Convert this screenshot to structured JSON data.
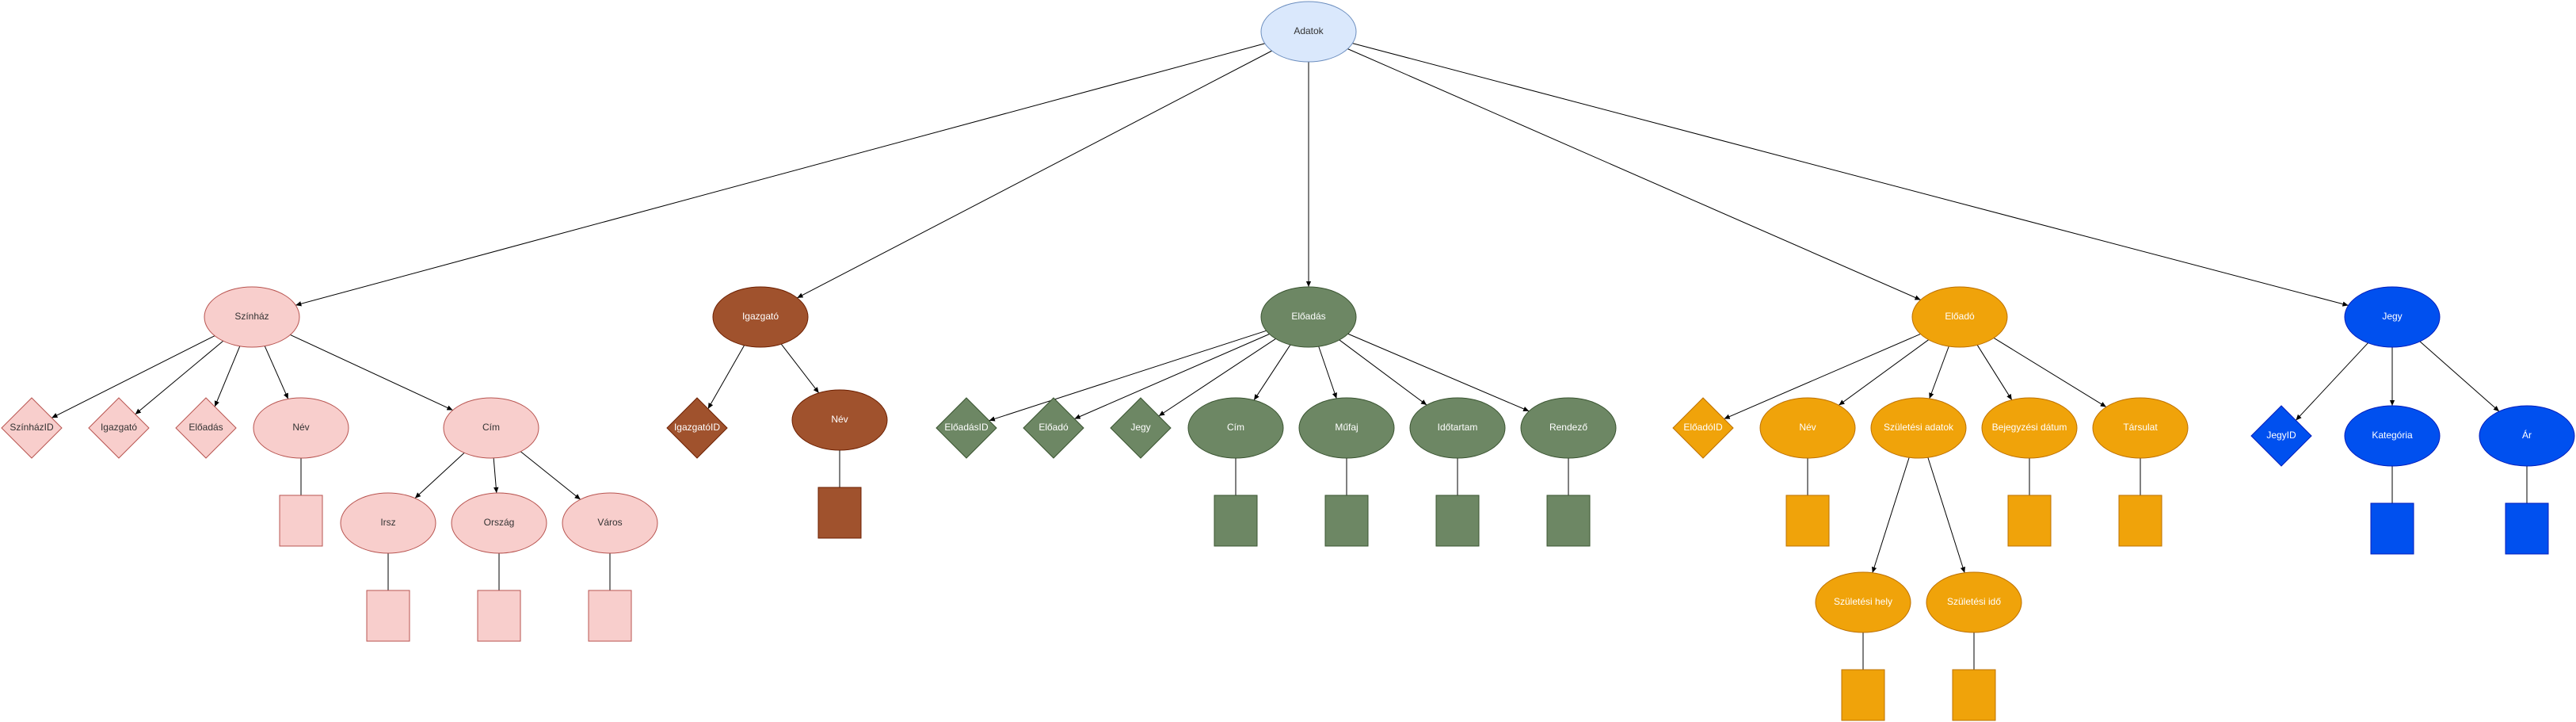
{
  "theme": {
    "root": {
      "fill": "#dae8fc",
      "stroke": "#6c8ebf",
      "text": "#333333"
    },
    "pink": {
      "fill": "#f8cecc",
      "stroke": "#b85450",
      "text": "#333333"
    },
    "brown": {
      "fill": "#a0522d",
      "stroke": "#6d1f00",
      "text": "#ffffff"
    },
    "green": {
      "fill": "#6d8764",
      "stroke": "#3a5431",
      "text": "#ffffff"
    },
    "orange": {
      "fill": "#f0a30a",
      "stroke": "#bd7000",
      "text": "#ffffff"
    },
    "blue": {
      "fill": "#0050ef",
      "stroke": "#001dbc",
      "text": "#ffffff"
    },
    "edge": "#000000"
  },
  "nodes": [
    {
      "id": "adatok",
      "label": "Adatok",
      "shape": "ellipse",
      "theme": "root"
    },
    {
      "id": "szinhaz",
      "label": "Színház",
      "shape": "ellipse",
      "theme": "pink"
    },
    {
      "id": "szinhazid",
      "label": "SzínházID",
      "shape": "diamond",
      "theme": "pink"
    },
    {
      "id": "sz_igazgato",
      "label": "Igazgató",
      "shape": "diamond",
      "theme": "pink"
    },
    {
      "id": "sz_eloadas",
      "label": "Előadás",
      "shape": "diamond",
      "theme": "pink"
    },
    {
      "id": "sz_nev",
      "label": "Név",
      "shape": "ellipse",
      "theme": "pink"
    },
    {
      "id": "sz_nev_box",
      "label": "",
      "shape": "rect",
      "theme": "pink"
    },
    {
      "id": "sz_cim",
      "label": "Cím",
      "shape": "ellipse",
      "theme": "pink"
    },
    {
      "id": "irsz",
      "label": "Irsz",
      "shape": "ellipse",
      "theme": "pink"
    },
    {
      "id": "irsz_box",
      "label": "",
      "shape": "rect",
      "theme": "pink"
    },
    {
      "id": "orszag",
      "label": "Ország",
      "shape": "ellipse",
      "theme": "pink"
    },
    {
      "id": "orszag_box",
      "label": "",
      "shape": "rect",
      "theme": "pink"
    },
    {
      "id": "varos",
      "label": "Város",
      "shape": "ellipse",
      "theme": "pink"
    },
    {
      "id": "varos_box",
      "label": "",
      "shape": "rect",
      "theme": "pink"
    },
    {
      "id": "igazgato",
      "label": "Igazgató",
      "shape": "ellipse",
      "theme": "brown"
    },
    {
      "id": "igazgatoid",
      "label": "IgazgatóID",
      "shape": "diamond",
      "theme": "brown"
    },
    {
      "id": "ig_nev",
      "label": "Név",
      "shape": "ellipse",
      "theme": "brown"
    },
    {
      "id": "ig_nev_box",
      "label": "",
      "shape": "rect",
      "theme": "brown"
    },
    {
      "id": "eloadas",
      "label": "Előadás",
      "shape": "ellipse",
      "theme": "green"
    },
    {
      "id": "eloadasid",
      "label": "ElőadásID",
      "shape": "diamond",
      "theme": "green"
    },
    {
      "id": "el_eloado",
      "label": "Előadó",
      "shape": "diamond",
      "theme": "green"
    },
    {
      "id": "el_jegy",
      "label": "Jegy",
      "shape": "diamond",
      "theme": "green"
    },
    {
      "id": "el_cim",
      "label": "Cím",
      "shape": "ellipse",
      "theme": "green"
    },
    {
      "id": "el_cim_box",
      "label": "",
      "shape": "rect",
      "theme": "green"
    },
    {
      "id": "mufaj",
      "label": "Műfaj",
      "shape": "ellipse",
      "theme": "green"
    },
    {
      "id": "mufaj_box",
      "label": "",
      "shape": "rect",
      "theme": "green"
    },
    {
      "id": "idotartam",
      "label": "Időtartam",
      "shape": "ellipse",
      "theme": "green"
    },
    {
      "id": "idotartam_box",
      "label": "",
      "shape": "rect",
      "theme": "green"
    },
    {
      "id": "rendezo",
      "label": "Rendező",
      "shape": "ellipse",
      "theme": "green"
    },
    {
      "id": "rendezo_box",
      "label": "",
      "shape": "rect",
      "theme": "green"
    },
    {
      "id": "eloado",
      "label": "Előadó",
      "shape": "ellipse",
      "theme": "orange"
    },
    {
      "id": "eloadoid",
      "label": "ElőadóID",
      "shape": "diamond",
      "theme": "orange"
    },
    {
      "id": "eo_nev",
      "label": "Név",
      "shape": "ellipse",
      "theme": "orange"
    },
    {
      "id": "eo_nev_box",
      "label": "",
      "shape": "rect",
      "theme": "orange"
    },
    {
      "id": "szul_adatok",
      "label": "Születési adatok",
      "shape": "ellipse",
      "theme": "orange"
    },
    {
      "id": "szul_hely",
      "label": "Születési hely",
      "shape": "ellipse",
      "theme": "orange"
    },
    {
      "id": "szul_hely_box",
      "label": "",
      "shape": "rect",
      "theme": "orange"
    },
    {
      "id": "szul_ido",
      "label": "Születési idő",
      "shape": "ellipse",
      "theme": "orange"
    },
    {
      "id": "szul_ido_box",
      "label": "",
      "shape": "rect",
      "theme": "orange"
    },
    {
      "id": "bejegyzesi",
      "label": "Bejegyzési dátum",
      "shape": "ellipse",
      "theme": "orange"
    },
    {
      "id": "bejegyzesi_box",
      "label": "",
      "shape": "rect",
      "theme": "orange"
    },
    {
      "id": "tarsulat",
      "label": "Társulat",
      "shape": "ellipse",
      "theme": "orange"
    },
    {
      "id": "tarsulat_box",
      "label": "",
      "shape": "rect",
      "theme": "orange"
    },
    {
      "id": "jegy",
      "label": "Jegy",
      "shape": "ellipse",
      "theme": "blue"
    },
    {
      "id": "jegyid",
      "label": "JegyID",
      "shape": "diamond",
      "theme": "blue"
    },
    {
      "id": "kategoria",
      "label": "Kategória",
      "shape": "ellipse",
      "theme": "blue"
    },
    {
      "id": "kategoria_box",
      "label": "",
      "shape": "rect",
      "theme": "blue"
    },
    {
      "id": "ar",
      "label": "Ár",
      "shape": "ellipse",
      "theme": "blue"
    },
    {
      "id": "ar_box",
      "label": "",
      "shape": "rect",
      "theme": "blue"
    }
  ],
  "edges": [
    {
      "from": "adatok",
      "to": "szinhaz",
      "arrow": true
    },
    {
      "from": "adatok",
      "to": "igazgato",
      "arrow": true
    },
    {
      "from": "adatok",
      "to": "eloadas",
      "arrow": true
    },
    {
      "from": "adatok",
      "to": "eloado",
      "arrow": true
    },
    {
      "from": "adatok",
      "to": "jegy",
      "arrow": true
    },
    {
      "from": "szinhaz",
      "to": "szinhazid",
      "arrow": true
    },
    {
      "from": "szinhaz",
      "to": "sz_igazgato",
      "arrow": true
    },
    {
      "from": "szinhaz",
      "to": "sz_eloadas",
      "arrow": true
    },
    {
      "from": "szinhaz",
      "to": "sz_nev",
      "arrow": true
    },
    {
      "from": "szinhaz",
      "to": "sz_cim",
      "arrow": true
    },
    {
      "from": "sz_nev",
      "to": "sz_nev_box",
      "arrow": false
    },
    {
      "from": "sz_cim",
      "to": "irsz",
      "arrow": true
    },
    {
      "from": "sz_cim",
      "to": "orszag",
      "arrow": true
    },
    {
      "from": "sz_cim",
      "to": "varos",
      "arrow": true
    },
    {
      "from": "irsz",
      "to": "irsz_box",
      "arrow": false
    },
    {
      "from": "orszag",
      "to": "orszag_box",
      "arrow": false
    },
    {
      "from": "varos",
      "to": "varos_box",
      "arrow": false
    },
    {
      "from": "igazgato",
      "to": "igazgatoid",
      "arrow": true
    },
    {
      "from": "igazgato",
      "to": "ig_nev",
      "arrow": true
    },
    {
      "from": "ig_nev",
      "to": "ig_nev_box",
      "arrow": false
    },
    {
      "from": "eloadas",
      "to": "eloadasid",
      "arrow": true
    },
    {
      "from": "eloadas",
      "to": "el_eloado",
      "arrow": true
    },
    {
      "from": "eloadas",
      "to": "el_jegy",
      "arrow": true
    },
    {
      "from": "eloadas",
      "to": "el_cim",
      "arrow": true
    },
    {
      "from": "eloadas",
      "to": "mufaj",
      "arrow": true
    },
    {
      "from": "eloadas",
      "to": "idotartam",
      "arrow": true
    },
    {
      "from": "eloadas",
      "to": "rendezo",
      "arrow": true
    },
    {
      "from": "el_cim",
      "to": "el_cim_box",
      "arrow": false
    },
    {
      "from": "mufaj",
      "to": "mufaj_box",
      "arrow": false
    },
    {
      "from": "idotartam",
      "to": "idotartam_box",
      "arrow": false
    },
    {
      "from": "rendezo",
      "to": "rendezo_box",
      "arrow": false
    },
    {
      "from": "eloado",
      "to": "eloadoid",
      "arrow": true
    },
    {
      "from": "eloado",
      "to": "eo_nev",
      "arrow": true
    },
    {
      "from": "eloado",
      "to": "szul_adatok",
      "arrow": true
    },
    {
      "from": "eloado",
      "to": "bejegyzesi",
      "arrow": true
    },
    {
      "from": "eloado",
      "to": "tarsulat",
      "arrow": true
    },
    {
      "from": "eo_nev",
      "to": "eo_nev_box",
      "arrow": false
    },
    {
      "from": "szul_adatok",
      "to": "szul_hely",
      "arrow": true
    },
    {
      "from": "szul_adatok",
      "to": "szul_ido",
      "arrow": true
    },
    {
      "from": "szul_hely",
      "to": "szul_hely_box",
      "arrow": false
    },
    {
      "from": "szul_ido",
      "to": "szul_ido_box",
      "arrow": false
    },
    {
      "from": "bejegyzesi",
      "to": "bejegyzesi_box",
      "arrow": false
    },
    {
      "from": "tarsulat",
      "to": "tarsulat_box",
      "arrow": false
    },
    {
      "from": "jegy",
      "to": "jegyid",
      "arrow": true
    },
    {
      "from": "jegy",
      "to": "kategoria",
      "arrow": true
    },
    {
      "from": "jegy",
      "to": "ar",
      "arrow": true
    },
    {
      "from": "kategoria",
      "to": "kategoria_box",
      "arrow": false
    },
    {
      "from": "ar",
      "to": "ar_box",
      "arrow": false
    }
  ]
}
